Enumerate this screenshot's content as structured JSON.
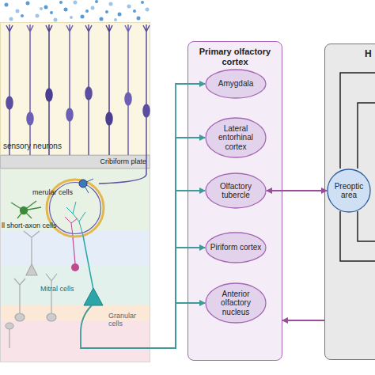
{
  "diagram": {
    "nodes": [
      {
        "text": [
          "sensory neurons"
        ]
      },
      {
        "text": [
          "Cribiform plate"
        ]
      },
      {
        "text": [
          "merular cells",
          "ll short-axon cells",
          "Mitral cells",
          "Granular cells"
        ]
      },
      {
        "text": [
          "Primary olfactory cortex"
        ]
      },
      {
        "text": [
          "Amygdala"
        ],
        "in": 3
      },
      {
        "text": [
          "Lateral entorhinal cortex"
        ],
        "in": 3
      },
      {
        "text": [
          "Olfactory tubercle"
        ],
        "in": 3
      },
      {
        "text": [
          "Piriform cortex"
        ],
        "in": 3
      },
      {
        "text": [
          "Anterior olfactory nucleus"
        ],
        "in": 3
      },
      {
        "text": [
          "H"
        ]
      },
      {
        "text": [
          "Preoptic area"
        ],
        "in": 9
      }
    ],
    "edges": [
      {
        "from": 2,
        "to": 4,
        "arrow": "to"
      },
      {
        "from": 2,
        "to": 5,
        "arrow": "to"
      },
      {
        "from": 2,
        "to": 6,
        "arrow": "to"
      },
      {
        "from": 2,
        "to": 7,
        "arrow": "to"
      },
      {
        "from": 2,
        "to": 8,
        "arrow": "to"
      },
      {
        "from": 6,
        "to": 10,
        "arrow": "both"
      },
      {
        "from": 9,
        "to": 3,
        "arrow": "to"
      }
    ]
  }
}
